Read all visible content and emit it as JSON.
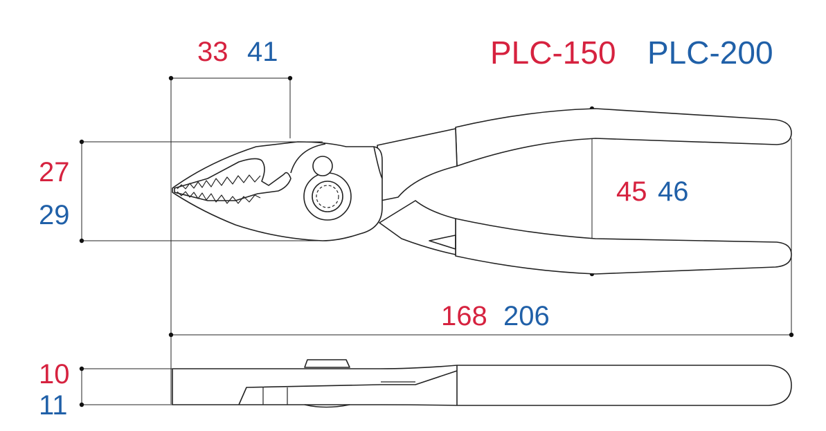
{
  "colors": {
    "plc150": "#d6223f",
    "plc200": "#2060a8",
    "line": "#222222"
  },
  "models": {
    "plc150": "PLC-150",
    "plc200": "PLC-200"
  },
  "dimensions": {
    "jaw_length": {
      "plc150": "33",
      "plc200": "41"
    },
    "head_height": {
      "plc150": "27",
      "plc200": "29"
    },
    "handle_width": {
      "plc150": "45",
      "plc200": "46"
    },
    "overall_length": {
      "plc150": "168",
      "plc200": "206"
    },
    "thickness": {
      "plc150": "10",
      "plc200": "11"
    }
  }
}
